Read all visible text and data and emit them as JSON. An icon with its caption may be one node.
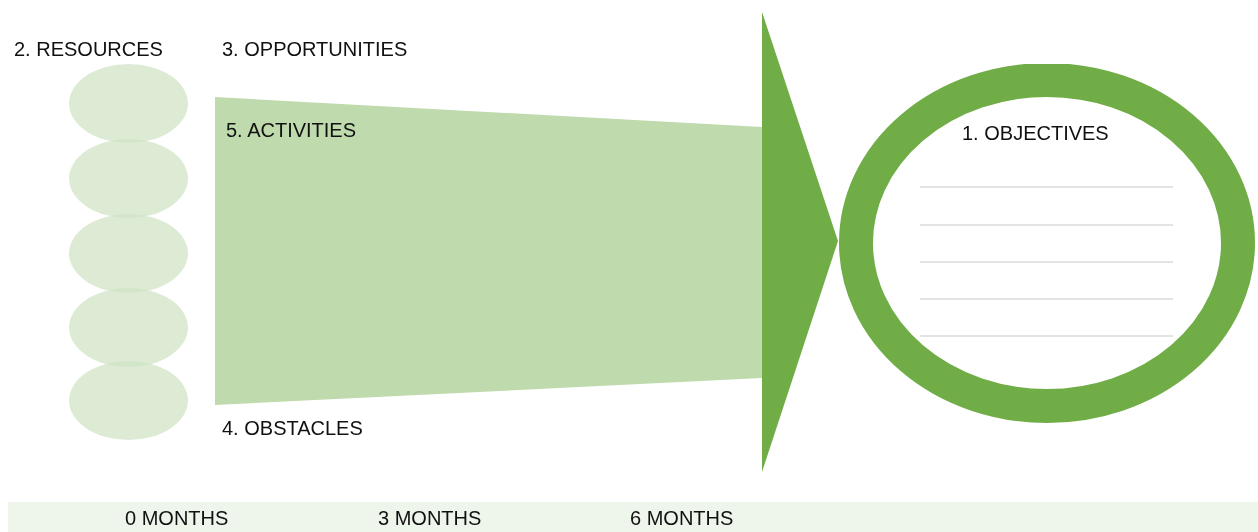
{
  "diagram": {
    "nodes": [
      {
        "text": [],
        "shape": "circle"
      },
      {
        "text": [],
        "shape": "circle"
      },
      {
        "text": [],
        "shape": "circle"
      },
      {
        "text": [],
        "shape": "circle"
      },
      {
        "text": [],
        "shape": "circle"
      },
      {
        "text": [
          "5. ACTIVITIES"
        ]
      },
      {
        "text": [
          "1. OBJECTIVES"
        ]
      },
      {
        "text": [
          "0 MONTHS",
          "3 MONTHS",
          "6 MONTHS"
        ]
      }
    ],
    "labels": [
      "2. RESOURCES",
      "3. OPPORTUNITIES",
      "4. OBSTACLES"
    ]
  }
}
